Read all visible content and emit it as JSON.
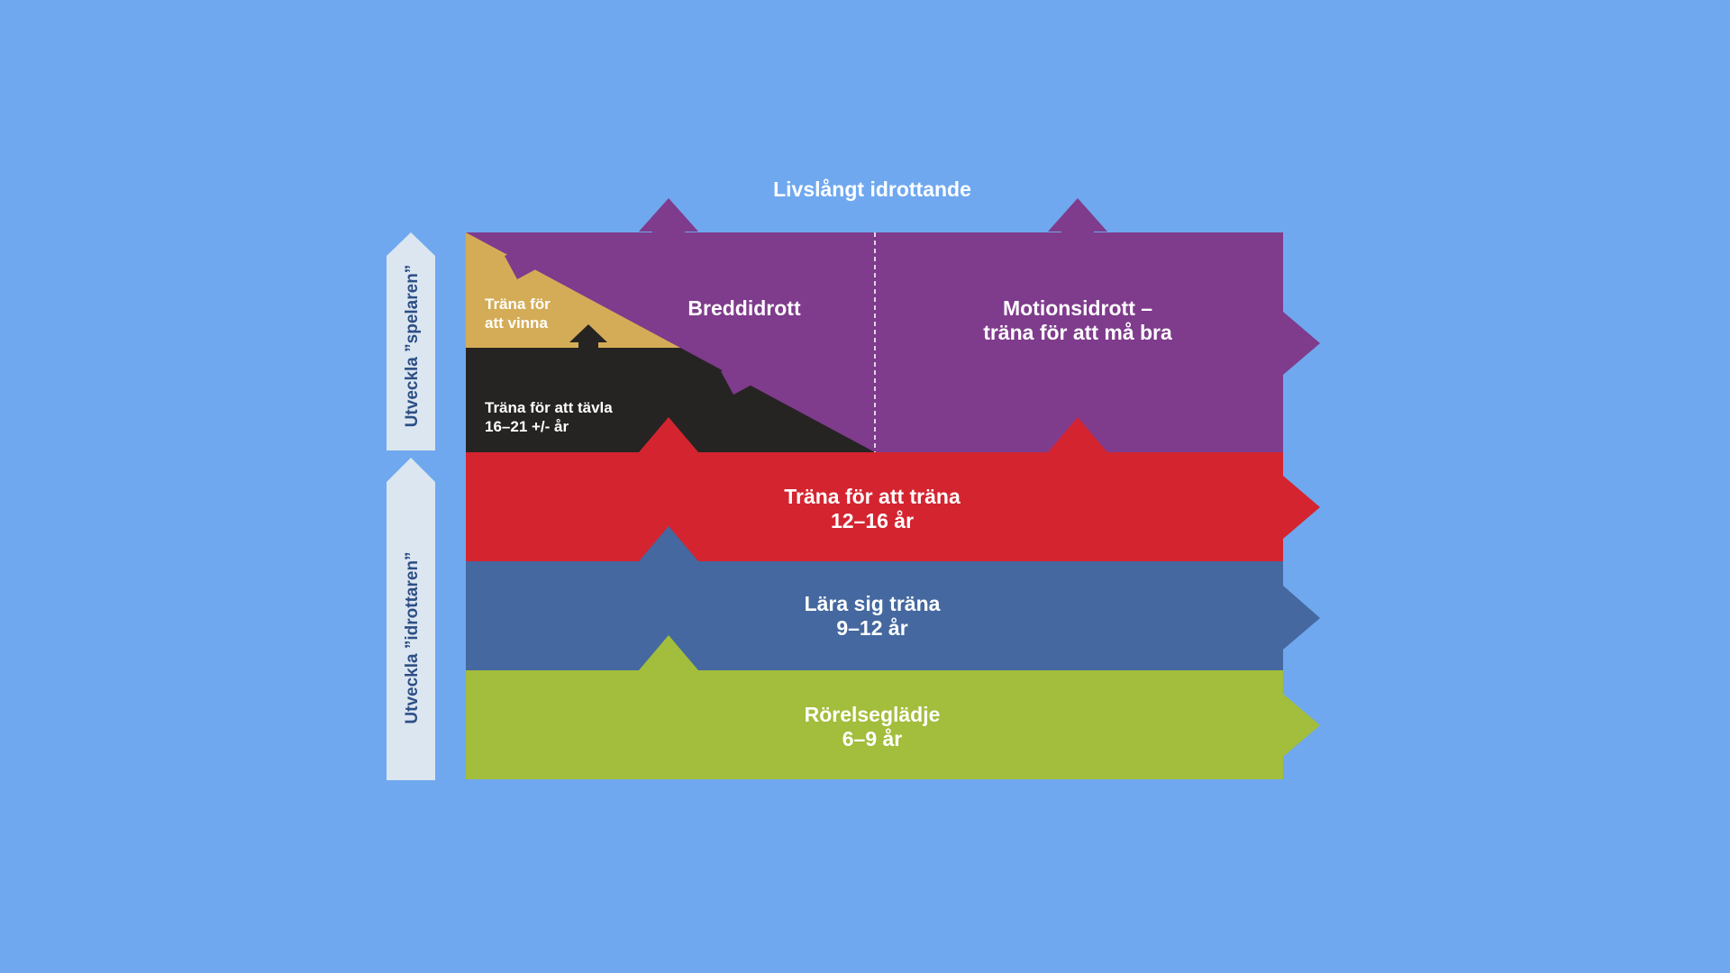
{
  "title": "Livslångt idrottande",
  "side_labels": {
    "top": "Utveckla ”spelaren”",
    "bottom": "Utveckla ”idrottaren”"
  },
  "stages": {
    "win": {
      "line1": "Träna för",
      "line2": "att vinna"
    },
    "compete": {
      "line1": "Träna för att tävla",
      "line2": "16–21 +/- år"
    },
    "breadth": {
      "line1": "Breddidrott"
    },
    "fitness": {
      "line1": "Motionsidrott –",
      "line2": "träna för att må bra"
    },
    "train": {
      "line1": "Träna för att träna",
      "line2": "12–16 år"
    },
    "learn": {
      "line1": "Lära sig träna",
      "line2": "9–12 år"
    },
    "joy": {
      "line1": "Rörelseglädje",
      "line2": "6–9 år"
    }
  },
  "colors": {
    "background": "#6fa8ef",
    "win": "#d4ac57",
    "compete": "#262422",
    "purple": "#7f3b8c",
    "red": "#d42430",
    "blue": "#44689f",
    "green": "#a3bd3c",
    "side_arrow": "#dce6f0",
    "side_text": "#2d4f86"
  }
}
